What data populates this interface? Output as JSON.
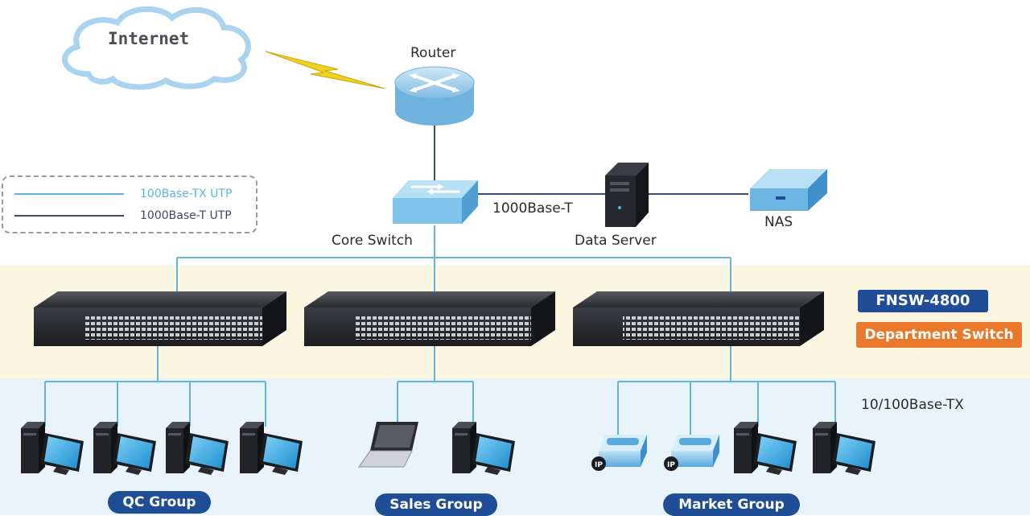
{
  "internet": {
    "label": "Internet"
  },
  "router": {
    "label": "Router"
  },
  "core_switch": {
    "label": "Core Switch",
    "link_label": "1000Base-T"
  },
  "data_server": {
    "label": "Data Server"
  },
  "nas": {
    "label": "NAS"
  },
  "legend": {
    "items": [
      {
        "label": "100Base-TX UTP",
        "color": "#5fb4e0"
      },
      {
        "label": "1000Base-T UTP",
        "color": "#3c4a6e"
      }
    ]
  },
  "department": {
    "model_badge": "FNSW-4800",
    "model_color": "#1f4e96",
    "role_badge": "Department Switch",
    "role_color": "#e8782a"
  },
  "access_label": "10/100Base-TX",
  "groups": [
    {
      "name": "QC Group"
    },
    {
      "name": "Sales Group"
    },
    {
      "name": "Market Group"
    }
  ],
  "colors": {
    "link_100": "#5fb4e0",
    "link_1000": "#3c4a6e",
    "band_switch": "#fbf6df",
    "band_clients": "#e8f3fa"
  }
}
